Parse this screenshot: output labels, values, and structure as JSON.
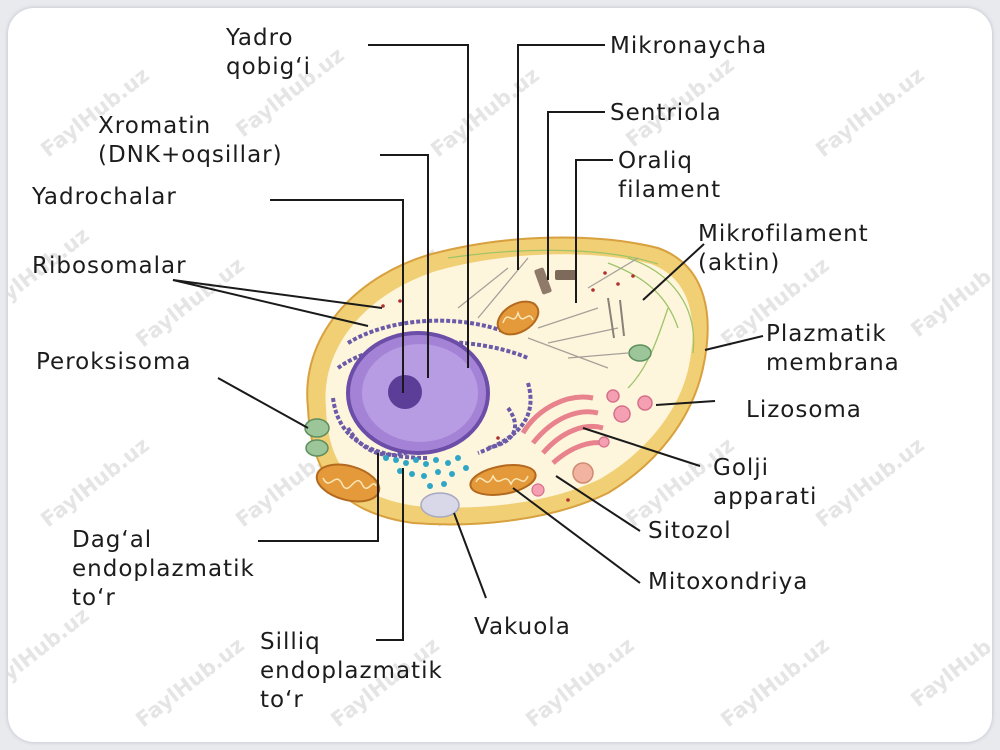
{
  "labels": {
    "yadro_qobigi": "Yadro\nqobig‘i",
    "xromatin": "Xromatin\n(DNK+oqsillar)",
    "yadrochalar": "Yadrochalar",
    "ribosomalar": "Ribosomalar",
    "peroksisoma": "Peroksisoma",
    "dagal_et": "Dag‘al\nendoplazmatik\nto‘r",
    "silliq_et": "Silliq\nendoplazmatik\nto‘r",
    "vakuola": "Vakuola",
    "mitoxondriya": "Mitoxondriya",
    "sitozol": "Sitozol",
    "golji": "Golji\napparati",
    "lizosoma": "Lizosoma",
    "plazmatik_membrana": "Plazmatik\nmembrana",
    "mikrofilament": "Mikrofilament\n(aktin)",
    "oraliq_filament": "Oraliq\nfilament",
    "sentriola": "Sentriola",
    "mikronaycha": "Mikronaycha"
  },
  "watermark": "FaylHub.uz"
}
